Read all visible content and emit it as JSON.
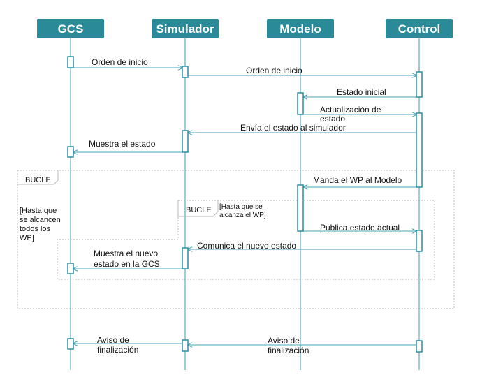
{
  "actors": [
    {
      "name": "GCS"
    },
    {
      "name": "Simulador"
    },
    {
      "name": "Modelo"
    },
    {
      "name": "Control"
    }
  ],
  "colors": {
    "actor_fill": "#2b8a97",
    "lifeline": "#7fbdc8",
    "activation_stroke": "#2d8fa0",
    "arrow": "#4aa3b5",
    "frame": "#bbbbbb",
    "text": "#111111"
  },
  "messages": [
    {
      "id": "m1",
      "lines": [
        "Orden de inicio"
      ]
    },
    {
      "id": "m2",
      "lines": [
        "Orden de inicio"
      ]
    },
    {
      "id": "m3",
      "lines": [
        "Estado inicial"
      ]
    },
    {
      "id": "m4",
      "lines": [
        "Actualización de",
        "estado"
      ]
    },
    {
      "id": "m5",
      "lines": [
        "Envía el estado al simulador"
      ]
    },
    {
      "id": "m6",
      "lines": [
        "Muestra el estado"
      ]
    },
    {
      "id": "m7",
      "lines": [
        "Manda el WP al Modelo"
      ]
    },
    {
      "id": "m8",
      "lines": [
        "Publica estado actual"
      ]
    },
    {
      "id": "m9",
      "lines": [
        "Comunica el  nuevo estado"
      ]
    },
    {
      "id": "m10",
      "lines": [
        "Muestra el nuevo",
        "estado en la GCS"
      ]
    },
    {
      "id": "m11",
      "lines": [
        "Aviso de",
        "finalización"
      ]
    },
    {
      "id": "m12",
      "lines": [
        "Aviso de",
        "finalización"
      ]
    }
  ],
  "frames": [
    {
      "id": "outer",
      "label": "BUCLE",
      "condition": [
        "[Hasta que",
        "se alcancen",
        "todos los",
        "WP]"
      ]
    },
    {
      "id": "inner",
      "label": "BUCLE",
      "condition": [
        "[Hasta que se",
        "alcanza el WP]"
      ]
    }
  ]
}
